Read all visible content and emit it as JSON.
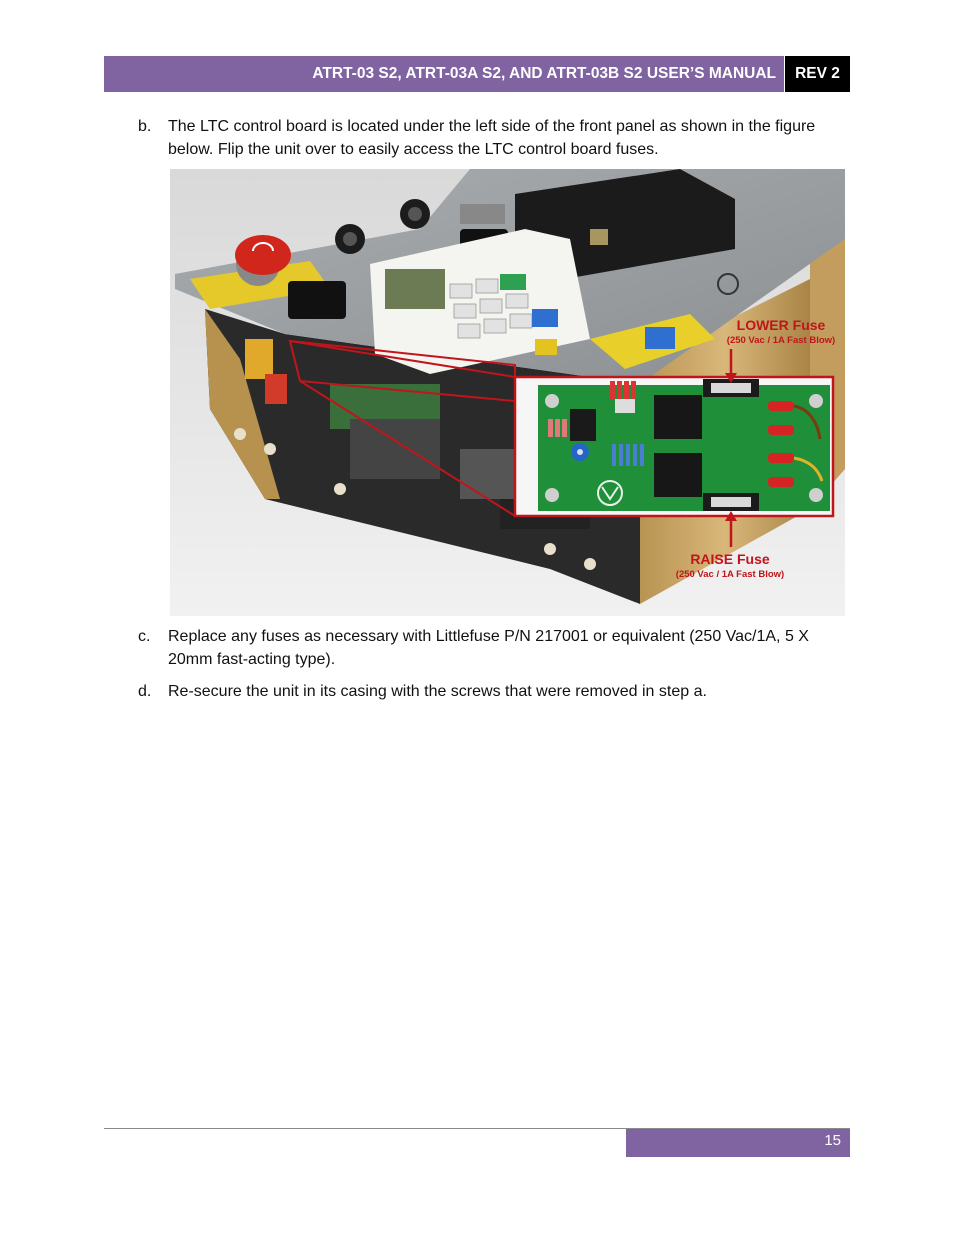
{
  "header": {
    "title": "ATRT-03 S2, ATRT-03A S2, AND ATRT-03B S2 USER’S MANUAL",
    "rev": "REV 2"
  },
  "steps": [
    {
      "letter": "b.",
      "text": "The LTC control board is located under the left side of the front panel as shown in the figure below. Flip the unit over to easily access the LTC control board fuses."
    },
    {
      "letter": "c.",
      "text": "Replace any fuses as necessary with Littlefuse P/N 217001 or equivalent (250 Vac/1A, 5 X 20mm fast-acting type)."
    },
    {
      "letter": "d.",
      "text": "Re-secure the unit in its casing with the screws that were removed in step a."
    }
  ],
  "figure": {
    "lower_fuse_title": "LOWER Fuse",
    "lower_fuse_spec": "(250 Vac / 1A Fast Blow)",
    "raise_fuse_title": "RAISE Fuse",
    "raise_fuse_spec": "(250 Vac / 1A Fast Blow)",
    "callout_color": "#c0151b",
    "pcb_color": "#1f8f3a"
  },
  "footer": {
    "page_number": "15"
  },
  "colors": {
    "accent": "#8064a2",
    "rev_bg": "#000000"
  }
}
